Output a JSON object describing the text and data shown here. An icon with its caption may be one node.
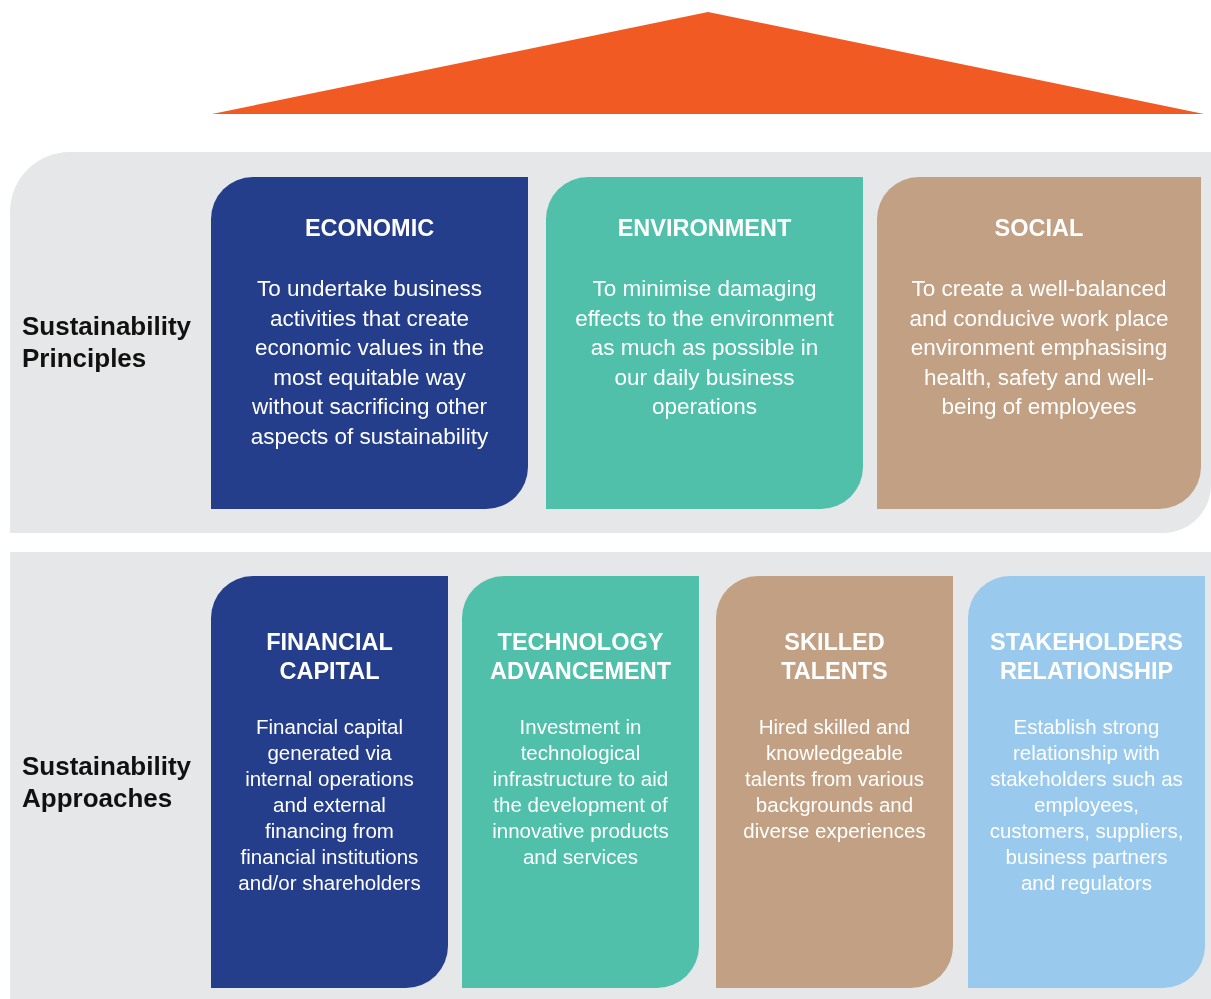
{
  "diagram": {
    "nodes": [
      {
        "text": [],
        "shape": "triangle"
      },
      {
        "text": [
          "Sustainability Principles"
        ]
      },
      {
        "text": [
          "ECONOMIC",
          "To undertake business activities that create economic values in the most equitable way without sacrificing other aspects of sustainability"
        ],
        "in": 1
      },
      {
        "text": [
          "ENVIRONMENT",
          "To minimise damaging effects to the environment as much as possible in our daily business operations"
        ],
        "in": 1
      },
      {
        "text": [
          "SOCIAL",
          "To create a well-balanced and conducive work place environment emphasising health, safety and well-being of employees"
        ],
        "in": 1
      },
      {
        "text": [
          "Sustainability Approaches"
        ]
      },
      {
        "text": [
          "FINANCIAL CAPITAL",
          "Financial capital generated via internal operations and external financing from financial institutions and/or shareholders"
        ],
        "in": 5
      },
      {
        "text": [
          "TECHNOLOGY ADVANCEMENT",
          "Investment in technological infrastructure to aid the development of innovative products and services"
        ],
        "in": 5
      },
      {
        "text": [
          "SKILLED TALENTS",
          "Hired skilled and knowledgeable talents from various backgrounds and diverse experiences"
        ],
        "in": 5
      },
      {
        "text": [
          "STAKEHOLDERS RELATIONSHIP",
          "Establish strong relationship with stakeholders such as employees, customers, suppliers, business partners and regulators"
        ],
        "in": 5
      }
    ]
  }
}
